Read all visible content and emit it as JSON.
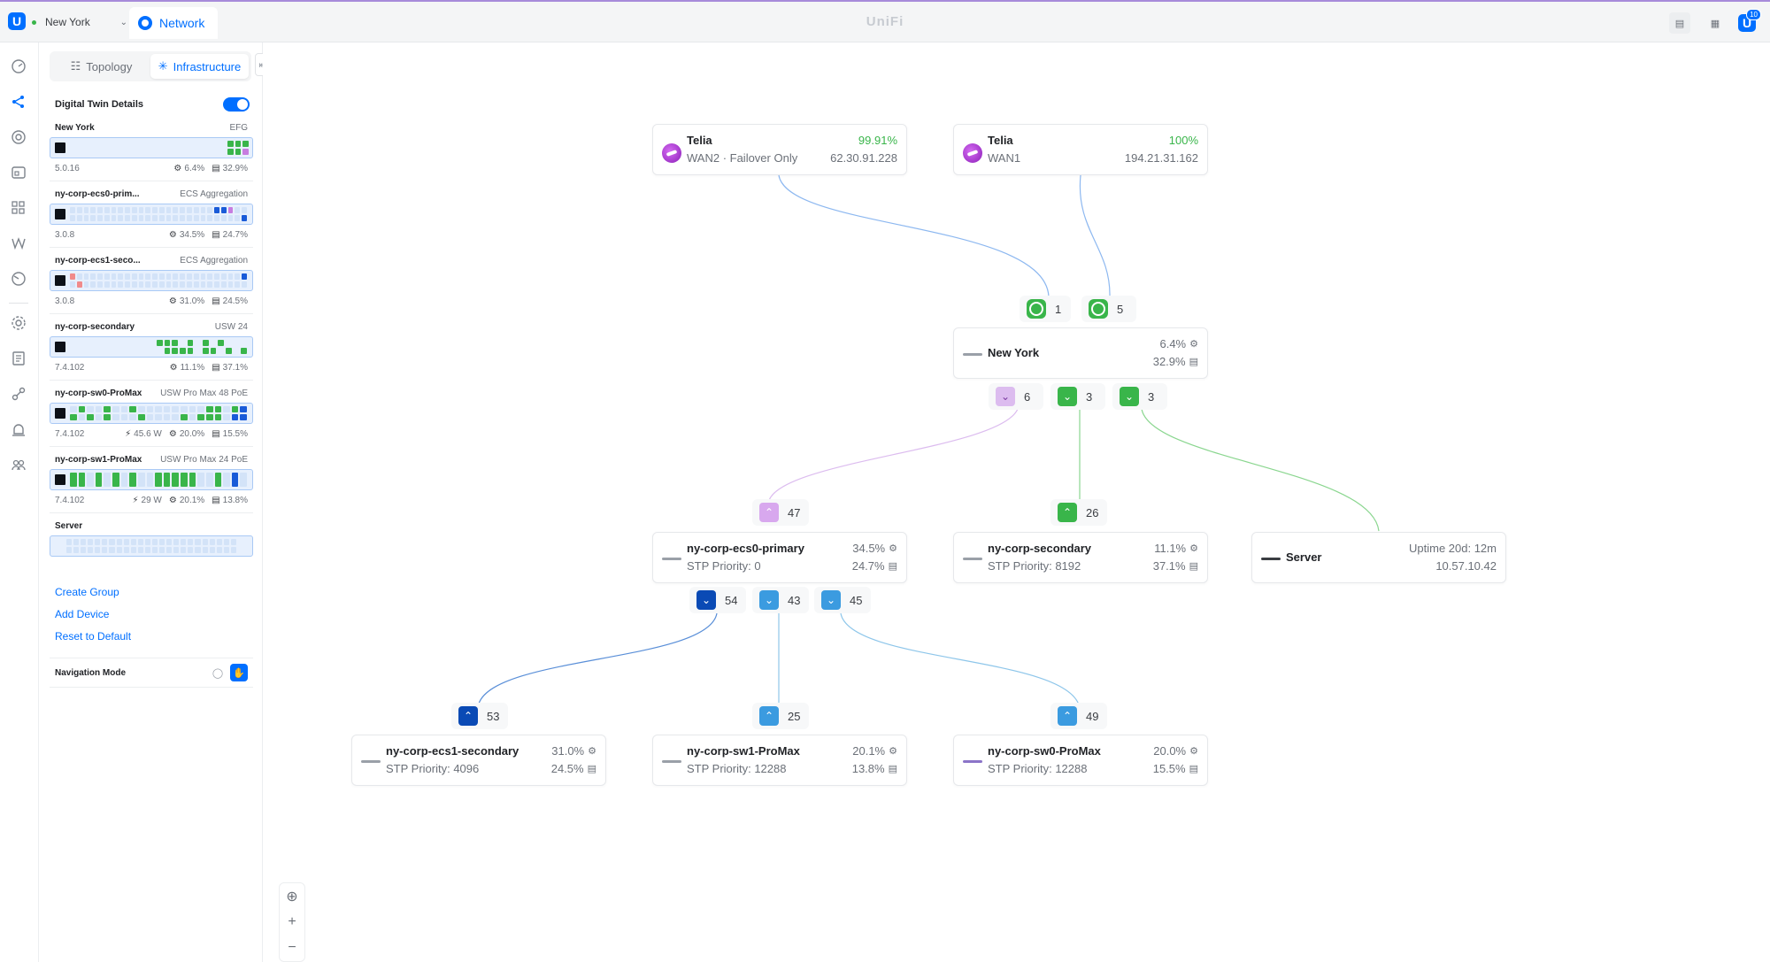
{
  "topbar": {
    "site": "New York",
    "app_tab": "Network",
    "brand": "UniFi",
    "notification_count": "10"
  },
  "panel": {
    "tabs": [
      "Topology",
      "Infrastructure"
    ],
    "active_tab": "Infrastructure",
    "digital_twin_label": "Digital Twin Details",
    "digital_twin_enabled": true,
    "devices": [
      {
        "name": "New York",
        "model": "EFG",
        "version": "5.0.16",
        "cpu": "6.4%",
        "mem": "32.9%"
      },
      {
        "name": "ny-corp-ecs0-prim...",
        "model": "ECS Aggregation",
        "version": "3.0.8",
        "cpu": "34.5%",
        "mem": "24.7%"
      },
      {
        "name": "ny-corp-ecs1-seco...",
        "model": "ECS Aggregation",
        "version": "3.0.8",
        "cpu": "31.0%",
        "mem": "24.5%"
      },
      {
        "name": "ny-corp-secondary",
        "model": "USW 24",
        "version": "7.4.102",
        "cpu": "11.1%",
        "mem": "37.1%"
      },
      {
        "name": "ny-corp-sw0-ProMax",
        "model": "USW Pro Max 48 PoE",
        "version": "7.4.102",
        "power": "45.6 W",
        "cpu": "20.0%",
        "mem": "15.5%"
      },
      {
        "name": "ny-corp-sw1-ProMax",
        "model": "USW Pro Max 24 PoE",
        "version": "7.4.102",
        "power": "29 W",
        "cpu": "20.1%",
        "mem": "13.8%"
      },
      {
        "name": "Server",
        "model": "",
        "version": "",
        "cpu": "",
        "mem": ""
      }
    ],
    "links": {
      "create_group": "Create Group",
      "add_device": "Add Device",
      "reset_default": "Reset to Default"
    },
    "navigation_mode_label": "Navigation Mode"
  },
  "topology": {
    "wan": [
      {
        "isp": "Telia",
        "label": "WAN2 · Failover Only",
        "uptime": "99.91%",
        "ip": "62.30.91.228"
      },
      {
        "isp": "Telia",
        "label": "WAN1",
        "uptime": "100%",
        "ip": "194.21.31.162"
      }
    ],
    "gateway_ports": {
      "wan2": "1",
      "wan1": "5",
      "down_purple": "6",
      "down_green_a": "3",
      "down_green_b": "3"
    },
    "gateway": {
      "name": "New York",
      "cpu": "6.4%",
      "mem": "32.9%"
    },
    "level2": [
      {
        "port": "47",
        "name": "ny-corp-ecs0-primary",
        "sub": "STP Priority: 0",
        "cpu": "34.5%",
        "mem": "24.7%"
      },
      {
        "port": "26",
        "name": "ny-corp-secondary",
        "sub": "STP Priority: 8192",
        "cpu": "11.1%",
        "mem": "37.1%"
      },
      {
        "name": "Server",
        "uptime": "Uptime 20d: 12m",
        "ip": "10.57.10.42"
      }
    ],
    "ecs0_ports": [
      "54",
      "43",
      "45"
    ],
    "level3": [
      {
        "port": "53",
        "name": "ny-corp-ecs1-secondary",
        "sub": "STP Priority: 4096",
        "cpu": "31.0%",
        "mem": "24.5%"
      },
      {
        "port": "25",
        "name": "ny-corp-sw1-ProMax",
        "sub": "STP Priority: 12288",
        "cpu": "20.1%",
        "mem": "13.8%"
      },
      {
        "port": "49",
        "name": "ny-corp-sw0-ProMax",
        "sub": "STP Priority: 12288",
        "cpu": "20.0%",
        "mem": "15.5%"
      }
    ]
  },
  "colors": {
    "accent": "#006fff",
    "online": "#39b54a",
    "purple_link": "#c77de0",
    "blue_link": "#1f87e0",
    "dark_blue_link": "#0a4ab5"
  }
}
